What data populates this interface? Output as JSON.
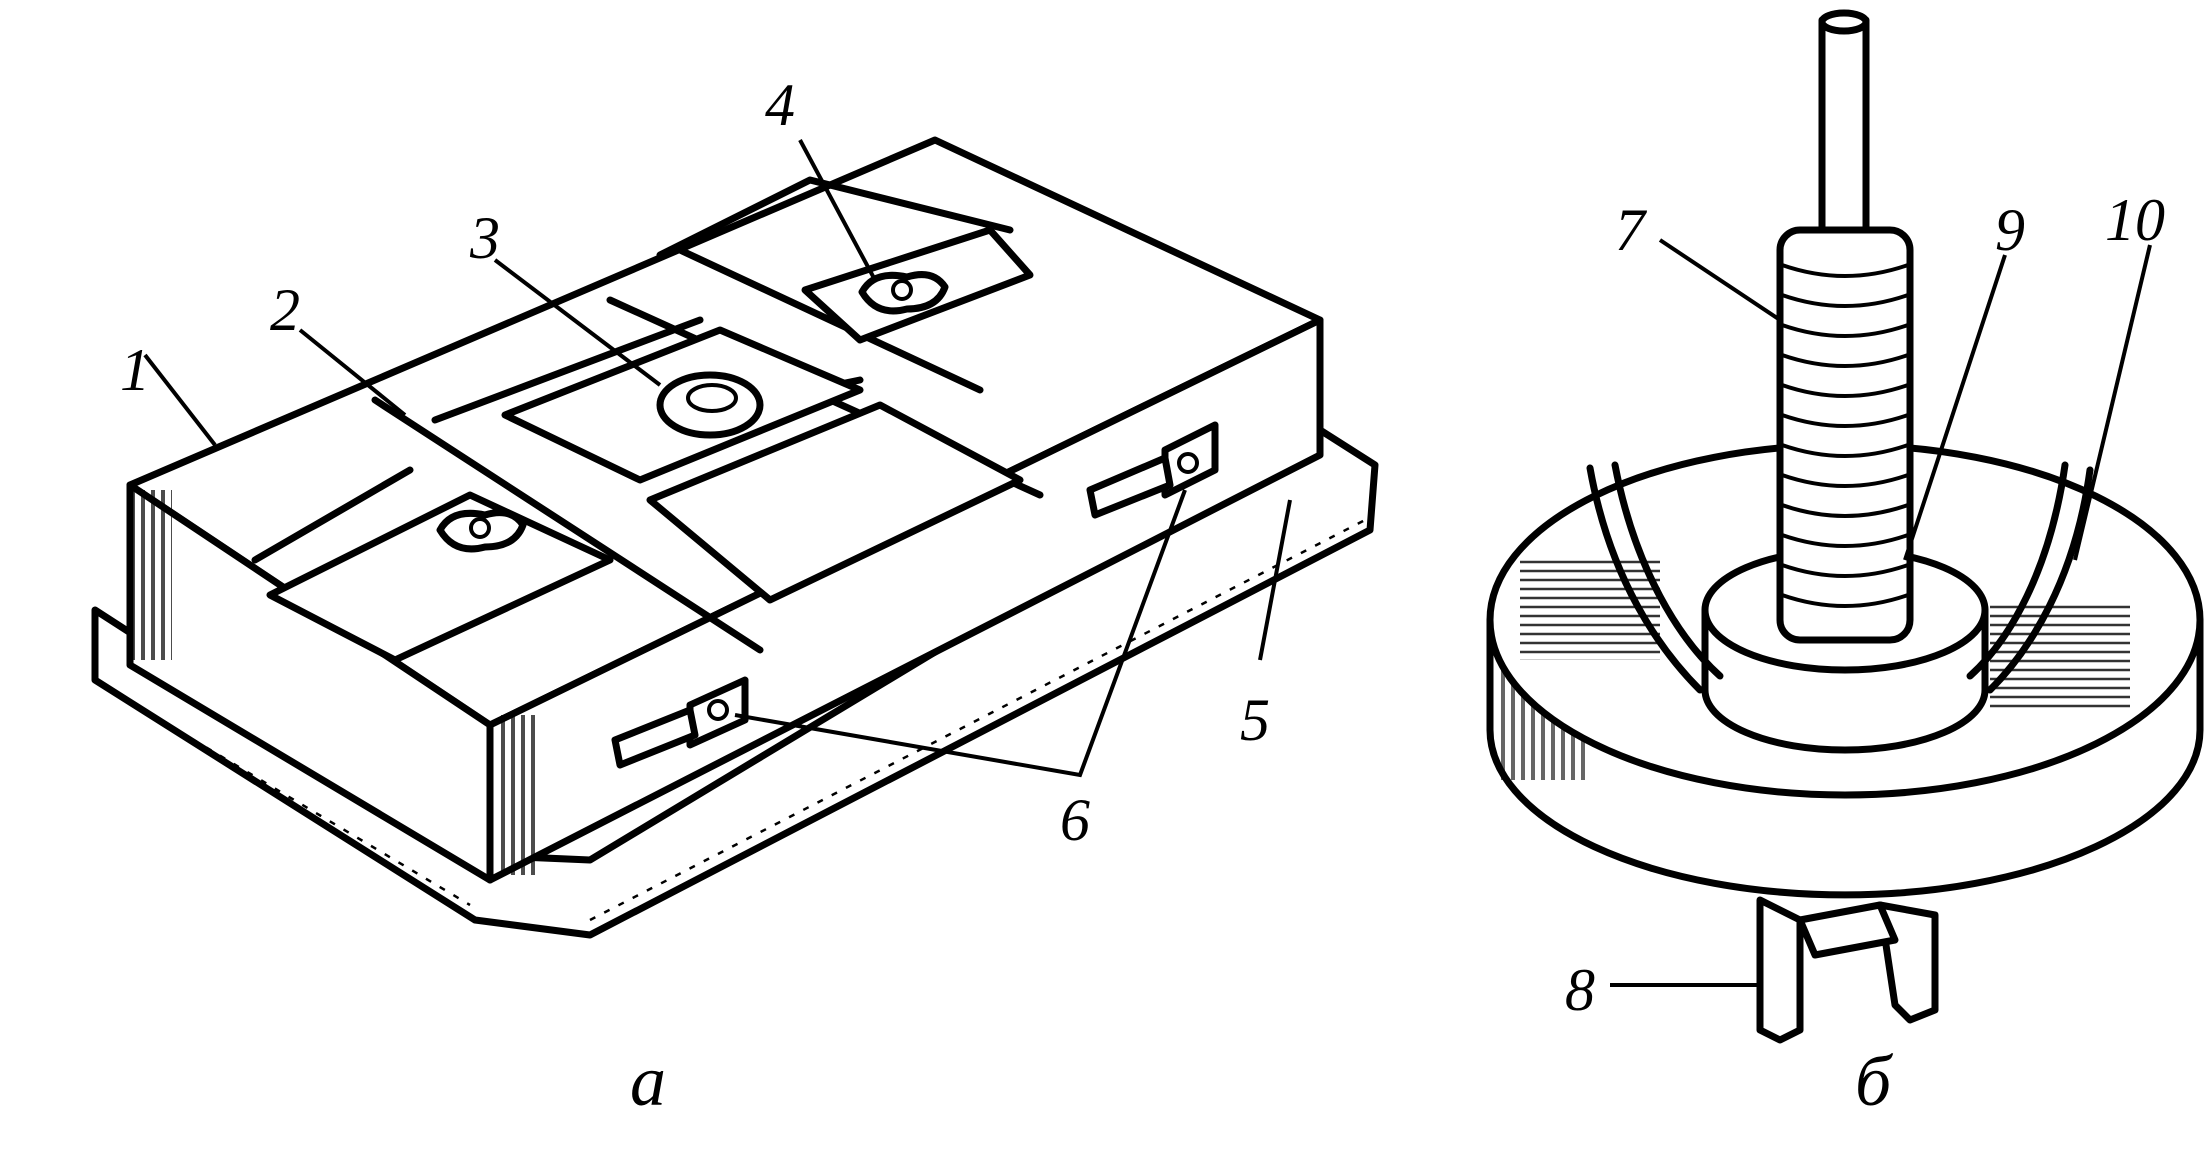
{
  "figure": {
    "part_a": {
      "caption": "а",
      "labels": [
        "1",
        "2",
        "3",
        "4",
        "5",
        "6"
      ]
    },
    "part_b": {
      "caption": "б",
      "labels": [
        "7",
        "8",
        "9",
        "10"
      ]
    }
  }
}
